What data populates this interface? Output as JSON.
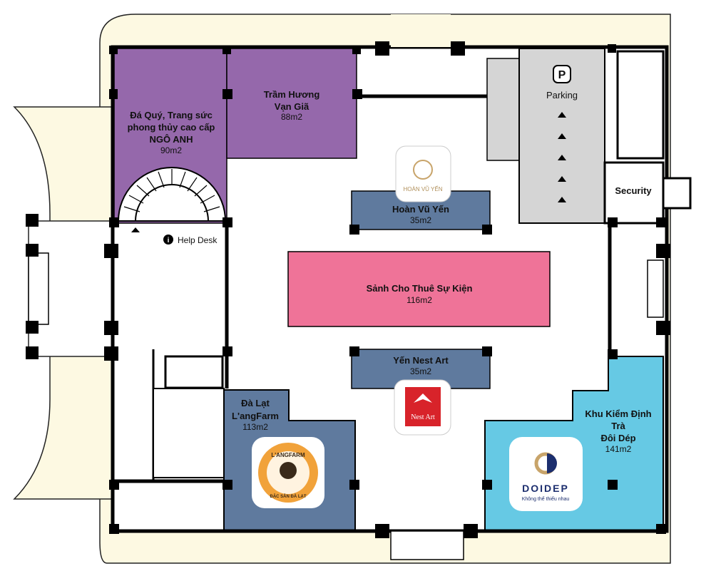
{
  "colors": {
    "purple": "#9568ab",
    "slate": "#5f7a9e",
    "pink": "#ef7398",
    "cyan": "#66c9e4",
    "gray": "#d5d5d5",
    "cream": "#fdf9e2"
  },
  "rooms": {
    "ngo_anh": {
      "lines": [
        "Đá Quý, Trang sức",
        "phong thủy cao cấp",
        "NGÔ ANH"
      ],
      "area": "90m2"
    },
    "tram_huong": {
      "lines": [
        "Trầm Hương",
        "Vạn Giã"
      ],
      "area": "88m2"
    },
    "hoan_vu_yen": {
      "name": "Hoàn Vũ Yến",
      "area": "35m2"
    },
    "sanh": {
      "name": "Sảnh Cho Thuê Sự Kiện",
      "area": "116m2"
    },
    "nest_art": {
      "name": "Yến Nest Art",
      "area": "35m2"
    },
    "langfarm": {
      "lines": [
        "Đà Lạt",
        "L'angFarm"
      ],
      "area": "113m2"
    },
    "doidep": {
      "lines": [
        "Khu Kiểm Định",
        "Trà",
        "Đôi Dép"
      ],
      "area": "141m2"
    }
  },
  "facilities": {
    "parking": "Parking",
    "parking_symbol": "P",
    "security": "Security",
    "help_desk": "Help Desk",
    "info_symbol": "i"
  },
  "logos": {
    "hoan_vu_yen": "HOÀN VŨ YẾN",
    "nest_art": "Nest Art",
    "langfarm_top": "L'ANGFARM",
    "langfarm_bottom": "ĐẶC SẢN ĐÀ LẠT",
    "doidep": "DOIDEP",
    "doidep_tagline": "Không thể thiếu nhau"
  }
}
